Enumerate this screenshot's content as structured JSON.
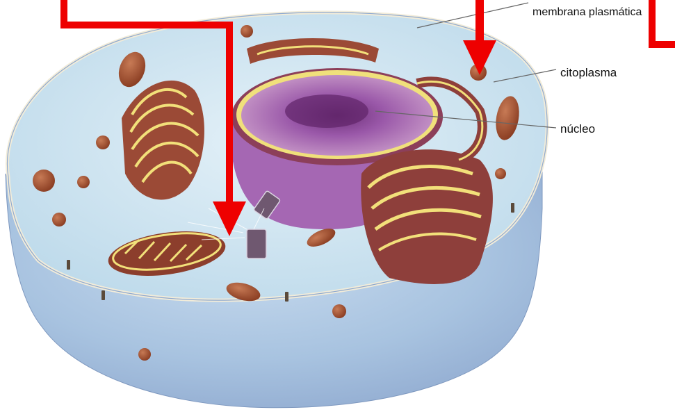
{
  "labels": {
    "membrana": "membrana plasmática",
    "citoplasma": "citoplasma",
    "nucleo": "núcleo"
  },
  "colors": {
    "arrow": "#ee0000",
    "cytoplasm": "#cfe6f2",
    "cell_body": "#a9c6e2",
    "nucleus": "#a35fb0",
    "organelle": "#9a4a34",
    "membrane_edge": "#f2ecd9"
  }
}
